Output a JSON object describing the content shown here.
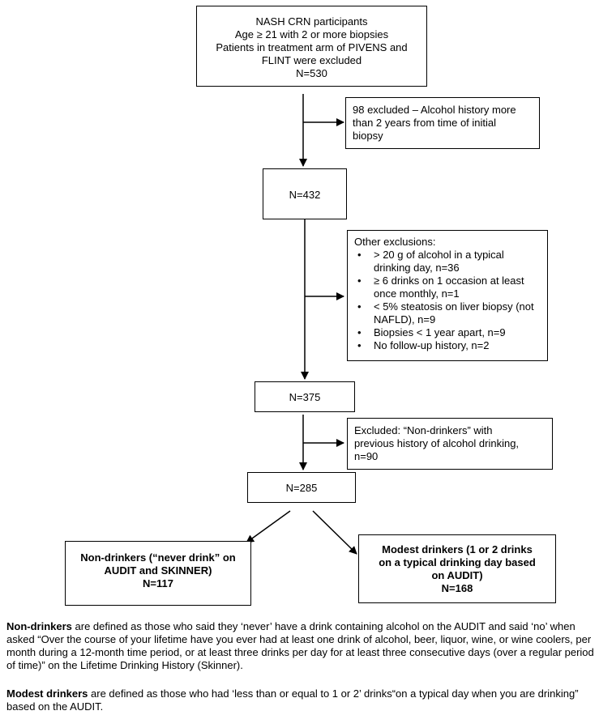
{
  "boxes": {
    "participants": {
      "lines": [
        "NASH CRN participants",
        "Age ≥ 21 with 2 or more biopsies",
        "Patients in treatment arm of PIVENS and",
        "FLINT were excluded",
        "N=530"
      ]
    },
    "excluded_98": {
      "lines": [
        "98 excluded – Alcohol history more",
        "than 2 years from time of initial",
        "biopsy"
      ]
    },
    "n432": {
      "text": "N=432"
    },
    "other_exclusions": {
      "title": "Other exclusions:",
      "items": [
        "> 20 g of alcohol in a typical drinking day, n=36",
        "≥ 6 drinks on 1 occasion at least once monthly, n=1",
        "< 5% steatosis on liver biopsy (not NAFLD), n=9",
        "Biopsies < 1 year apart, n=9",
        "No follow-up history, n=2"
      ]
    },
    "n375": {
      "text": "N=375"
    },
    "non_drinkers_excluded": {
      "lines": [
        "Excluded:  “Non-drinkers” with",
        "previous history of alcohol drinking,",
        "n=90"
      ]
    },
    "n285": {
      "text": "N=285"
    },
    "non_drinkers": {
      "lines": [
        "Non-drinkers (“never drink” on",
        "AUDIT and SKINNER)",
        "N=117"
      ]
    },
    "modest_drinkers": {
      "lines": [
        "Modest drinkers (1 or 2 drinks",
        "on a typical drinking day based",
        "on AUDIT)",
        "N=168"
      ]
    }
  },
  "notes": {
    "non_drinkers": {
      "term": "Non-drinkers",
      "text": " are defined as those who said they ‘never’ have a drink containing alcohol on the AUDIT and said ‘no’ when asked “Over the course of your lifetime have you ever had at least one drink of alcohol, beer, liquor, wine, or wine coolers, per month during a 12-month time period, or at least three drinks per day for at least three consecutive days (over a regular period of time)” on the Lifetime Drinking History (Skinner)."
    },
    "modest_drinkers": {
      "term": "Modest drinkers",
      "text": " are defined as those who had ‘less than or equal to 1 or 2’ drinks“on a typical day when you are drinking” based on the AUDIT."
    }
  }
}
